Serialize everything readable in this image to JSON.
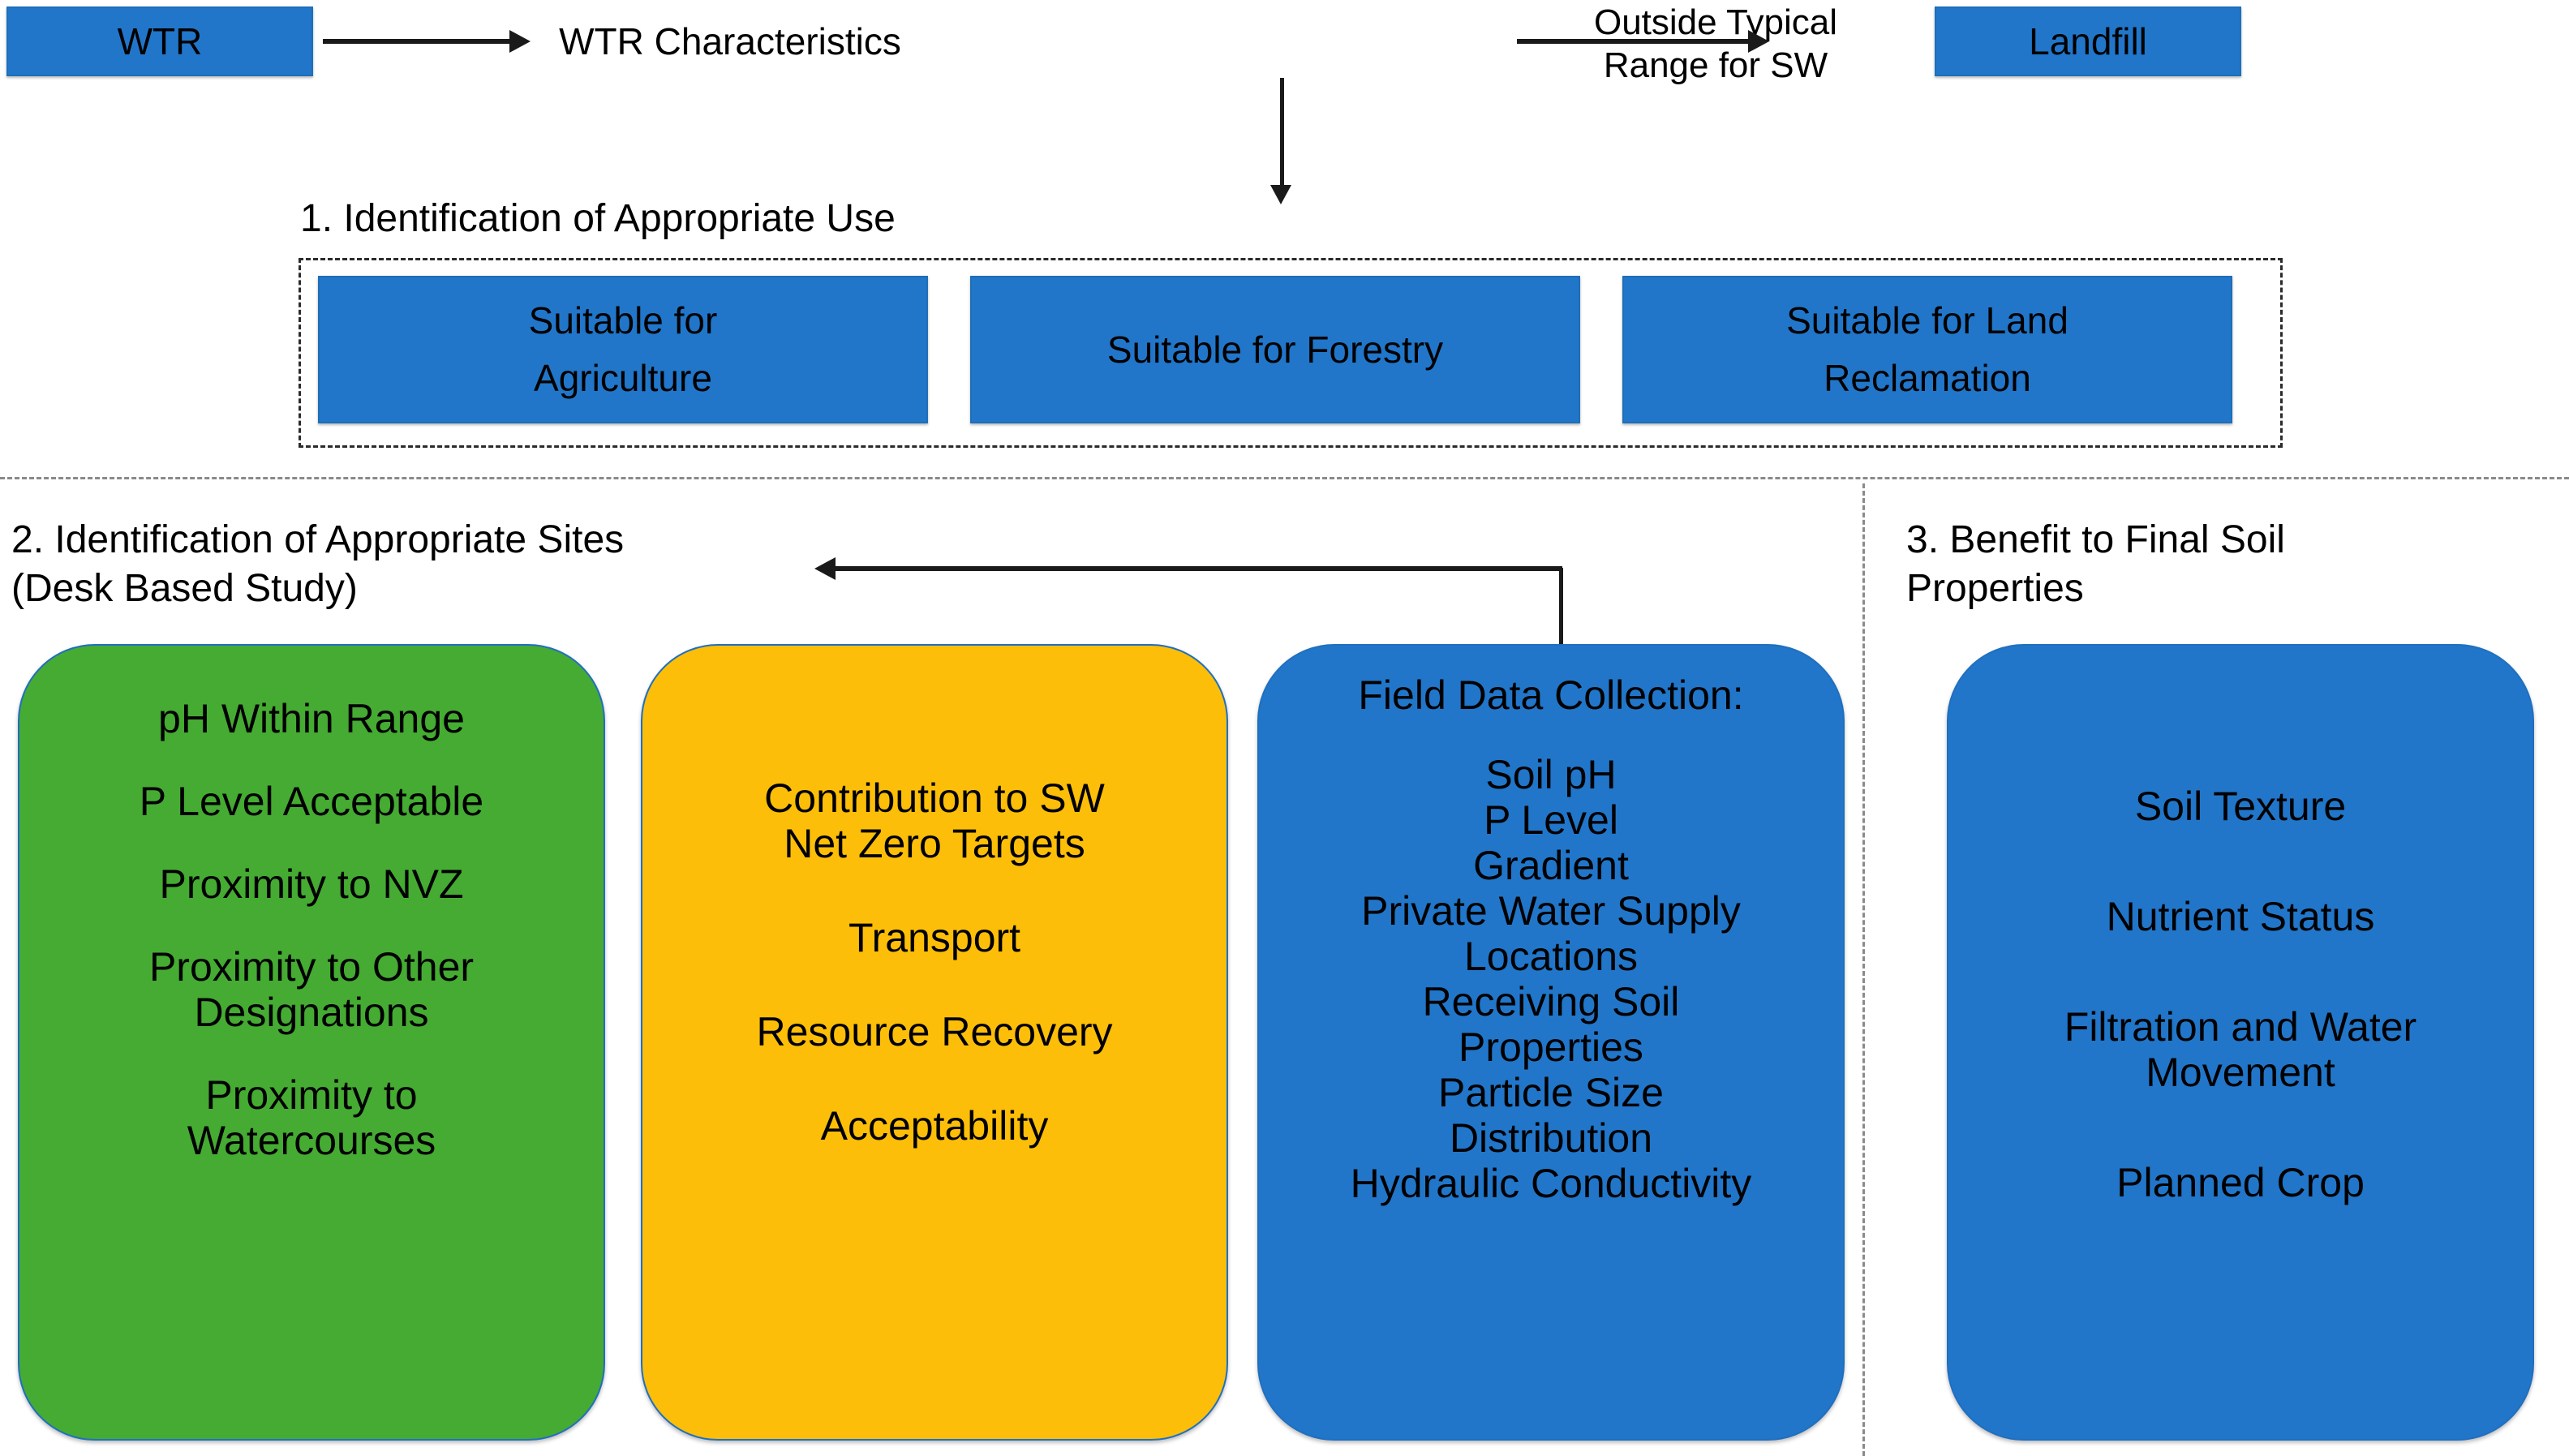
{
  "diagram": {
    "title_text_color": "#000000",
    "colors": {
      "blue": "#2176C9",
      "green": "#45AB32",
      "amber": "#FCBE08",
      "arrow": "#1a1a1a",
      "divider": "#8a8a8a"
    },
    "top_flow": {
      "source_box_label": "WTR",
      "middle_label": "WTR Characteristics",
      "edge_label": "Outside Typical\nRange for SW",
      "sink_box_label": "Landfill"
    },
    "section1": {
      "heading": "1. Identification of Appropriate Use",
      "options": [
        "Suitable for\nAgriculture",
        "Suitable for Forestry",
        "Suitable for Land\nReclamation"
      ]
    },
    "section2": {
      "heading": "2. Identification of Appropriate Sites\n(Desk Based Study)",
      "columns": [
        {
          "name": "desk-criteria",
          "color": "green",
          "title": "",
          "items": [
            "pH Within Range",
            "P Level Acceptable",
            "Proximity to NVZ",
            "Proximity to Other\nDesignations",
            "Proximity to\nWatercourses"
          ]
        },
        {
          "name": "sustainability-criteria",
          "color": "amber",
          "title": "",
          "items": [
            "Contribution to SW\nNet Zero Targets",
            "Transport",
            "Resource Recovery",
            "Acceptability"
          ]
        },
        {
          "name": "field-data-collection",
          "color": "blue",
          "title": "Field Data Collection:",
          "items": [
            "Soil pH",
            "P Level",
            "Gradient",
            "Private Water Supply",
            "Locations",
            "Receiving Soil",
            "Properties",
            "Particle Size",
            "Distribution",
            "Hydraulic Conductivity"
          ]
        }
      ]
    },
    "section3": {
      "heading": "3. Benefit to Final Soil\nProperties",
      "column": {
        "name": "final-soil-properties",
        "color": "blue",
        "title": "",
        "items": [
          "Soil Texture",
          "Nutrient Status",
          "Filtration and Water\nMovement",
          "Planned Crop"
        ]
      }
    }
  }
}
